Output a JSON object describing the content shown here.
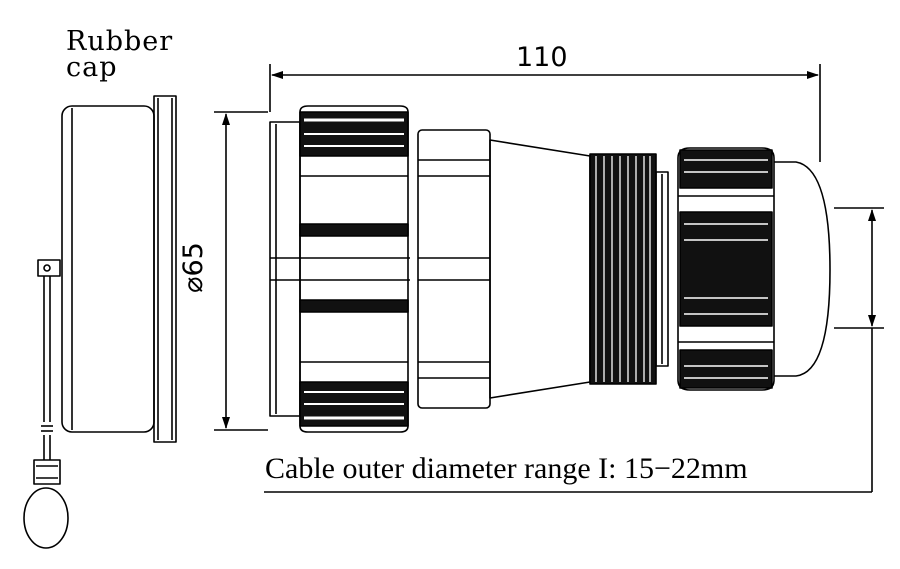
{
  "labels": {
    "cap_line1": "Rubber",
    "cap_line2": "cap",
    "length": "110",
    "diameter": "⌀65",
    "cable": "Cable outer diameter range I: 15−22mm"
  }
}
